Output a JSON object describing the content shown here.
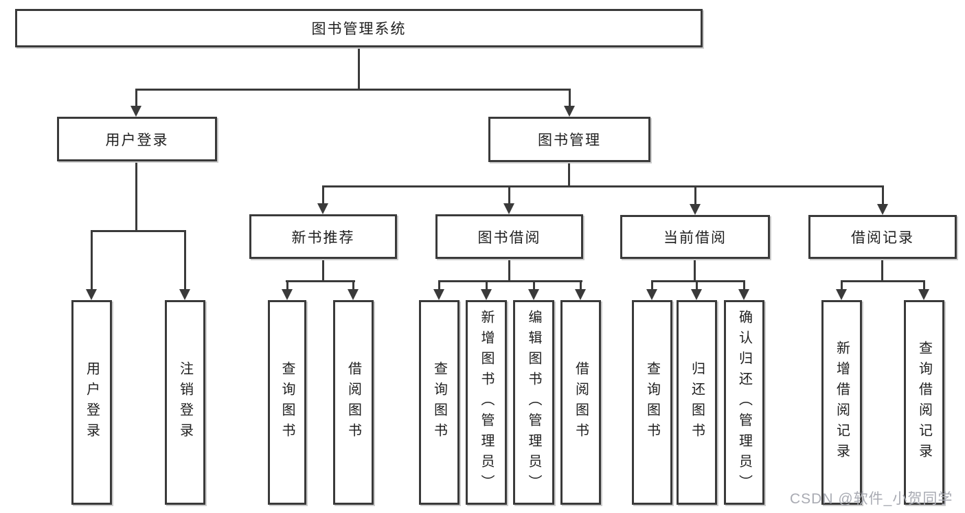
{
  "style": {
    "background": "#ffffff",
    "box_border_color": "#3a3a3a",
    "line_color": "#3a3a3a",
    "text_color": "#1f1f1f",
    "watermark_color": "#a9abb3"
  },
  "tree": {
    "root": "图书管理系统",
    "children": [
      {
        "label": "用户登录",
        "children": [
          "用户登录",
          "注销登录"
        ]
      },
      {
        "label": "图书管理",
        "children": [
          {
            "label": "新书推荐",
            "children": [
              "查询图书",
              "借阅图书"
            ]
          },
          {
            "label": "图书借阅",
            "children": [
              "查询图书",
              "新增图书（管理员）",
              "编辑图书（管理员）",
              "借阅图书"
            ]
          },
          {
            "label": "当前借阅",
            "children": [
              "查询图书",
              "归还图书",
              "确认归还（管理员）"
            ]
          },
          {
            "label": "借阅记录",
            "children": [
              "新增借阅记录",
              "查询借阅记录"
            ]
          }
        ]
      }
    ]
  },
  "watermark": {
    "text": "CSDN @软件_小贺同学"
  }
}
